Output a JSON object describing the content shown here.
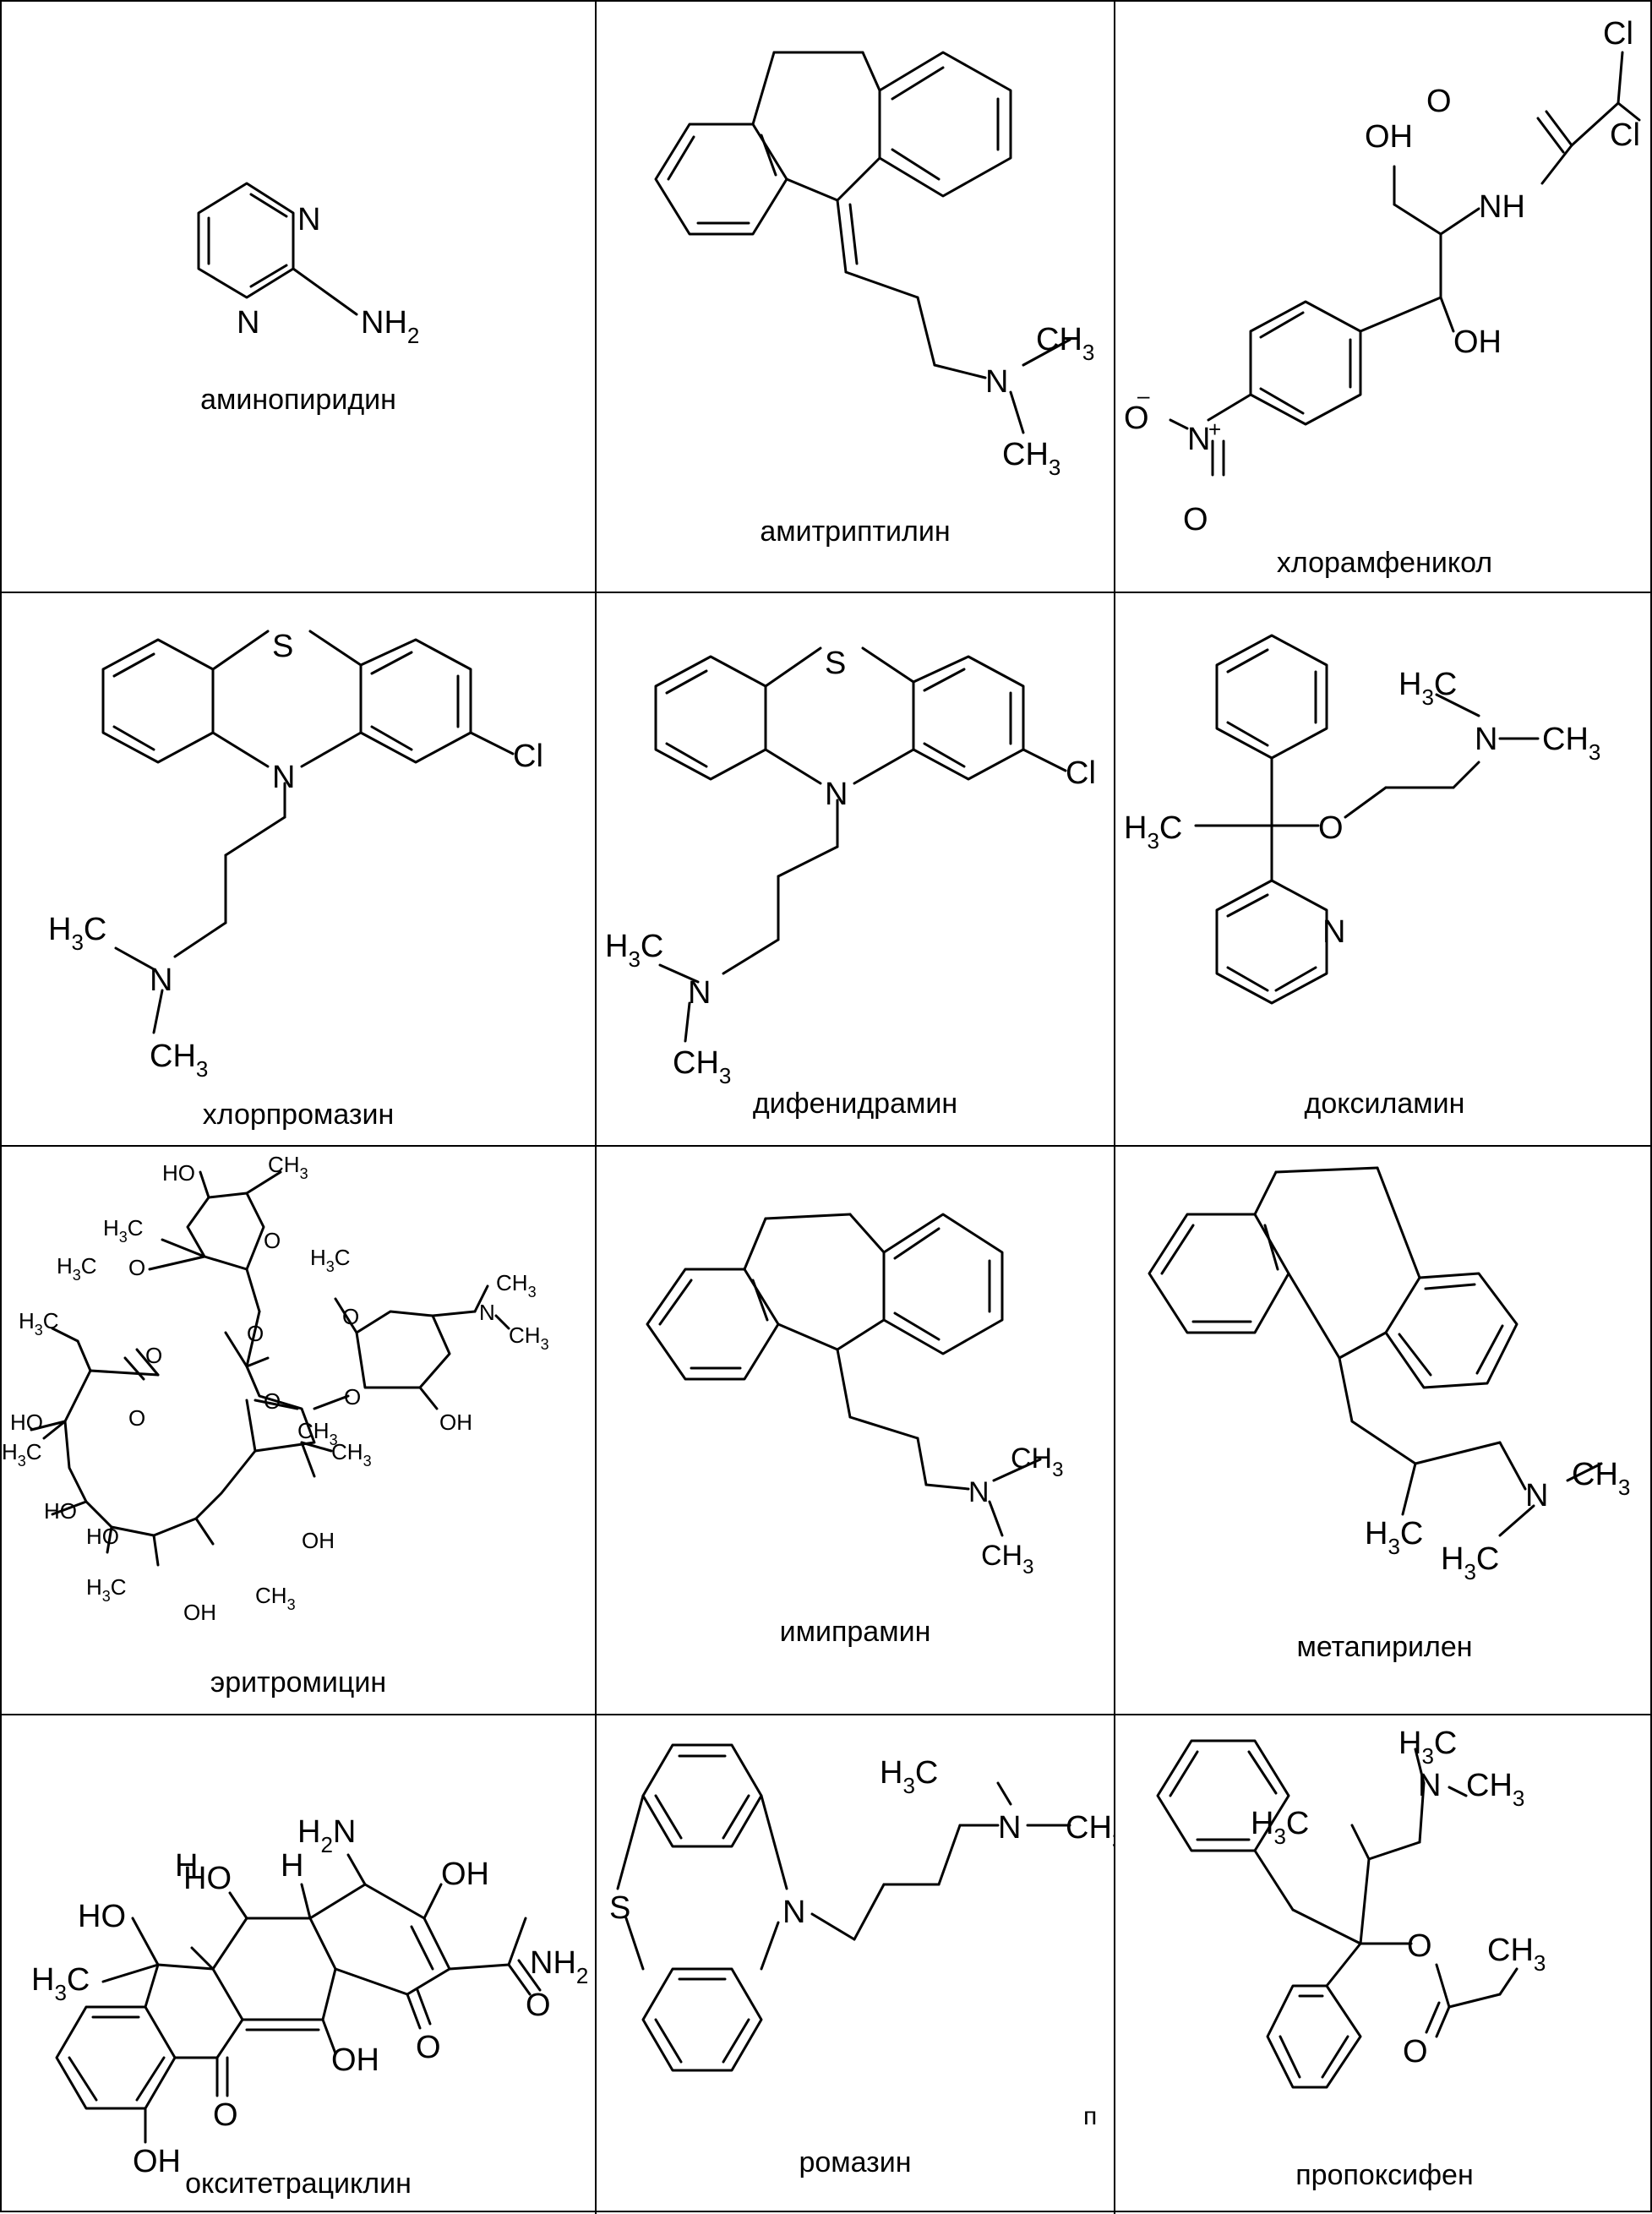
{
  "compounds": [
    {
      "name": "аминопиридин"
    },
    {
      "name": "амитриптилин"
    },
    {
      "name": "хлорамфеникол"
    },
    {
      "name": "хлорпромазин"
    },
    {
      "name": "дифенидрамин"
    },
    {
      "name": "доксиламин"
    },
    {
      "name": "эритромицин"
    },
    {
      "name": "имипрамин"
    },
    {
      "name": "метапирилен"
    },
    {
      "name": "окситетрациклин"
    },
    {
      "name": "ромазин"
    },
    {
      "name": "пропоксифен"
    }
  ],
  "stray_mark": "п",
  "atoms": {
    "N": "N",
    "NH": "NH",
    "NH2": "NH",
    "sub2": "2",
    "sub3": "3",
    "CH": "CH",
    "H3C": "H",
    "C": "C",
    "Cl": "Cl",
    "O": "O",
    "OH": "OH",
    "HO": "HO",
    "S": "S",
    "H": "H",
    "H2N": "H",
    "plus": "+",
    "minus": "–"
  }
}
